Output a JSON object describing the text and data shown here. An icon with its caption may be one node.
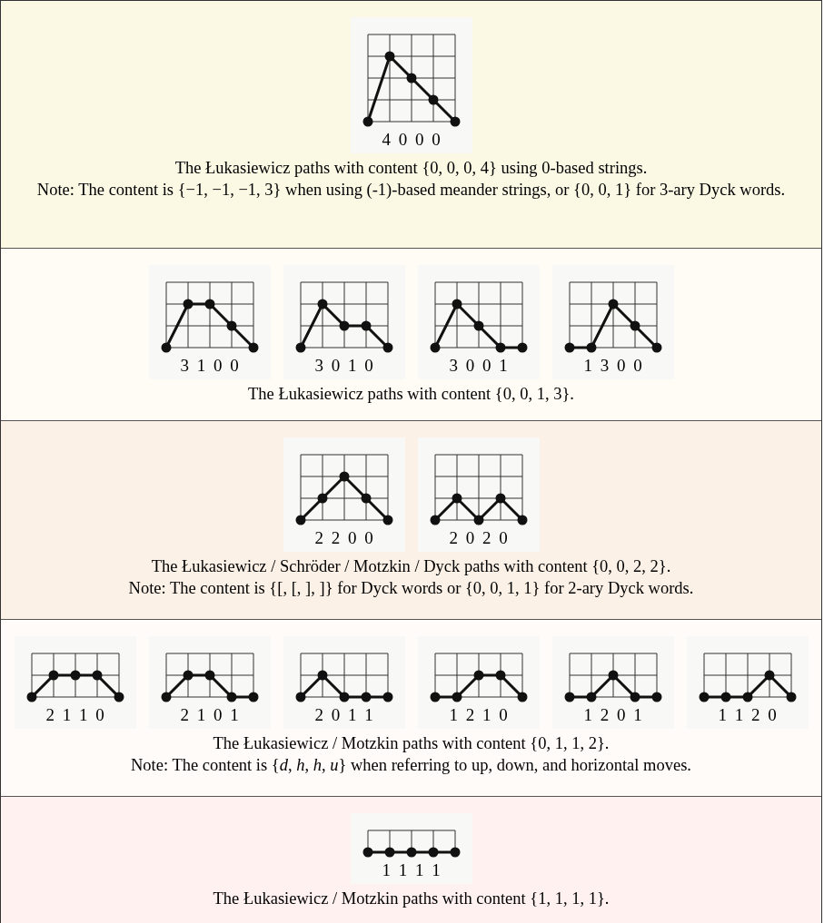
{
  "diagram": {
    "nodes": [
      {
        "text": [
          "The Łukasiewicz paths with content {0, 0, 0, 4} using 0-based strings.",
          "Note: The content is {−1, −1, −1, 3} when using (-1)-based meander strings, or {0, 0, 1} for 3-ary Dyck words."
        ]
      },
      {
        "text": [
          "4 0 0 0"
        ],
        "in": 0
      },
      {
        "text": [
          "The Łukasiewicz paths with content {0, 0, 1, 3}."
        ]
      },
      {
        "text": [
          "3 1 0 0"
        ],
        "in": 2
      },
      {
        "text": [
          "3 0 1 0"
        ],
        "in": 2
      },
      {
        "text": [
          "3 0 0 1"
        ],
        "in": 2
      },
      {
        "text": [
          "1 3 0 0"
        ],
        "in": 2
      },
      {
        "text": [
          "The Łukasiewicz / Schröder / Motzkin / Dyck paths with content {0, 0, 2, 2}.",
          "Note: The content is {[, [, ], ]} for Dyck words or {0, 0, 1, 1} for 2-ary Dyck words."
        ]
      },
      {
        "text": [
          "2 2 0 0"
        ],
        "in": 7
      },
      {
        "text": [
          "2 0 2 0"
        ],
        "in": 7
      },
      {
        "text": [
          "The Łukasiewicz / Motzkin paths with content {0, 1, 1, 2}.",
          "Note: The content is {*d*, *h*, *h*, *u*} when referring to up, down, and horizontal moves."
        ]
      },
      {
        "text": [
          "2 1 1 0"
        ],
        "in": 10
      },
      {
        "text": [
          "2 1 0 1"
        ],
        "in": 10
      },
      {
        "text": [
          "2 0 1 1"
        ],
        "in": 10
      },
      {
        "text": [
          "1 2 1 0"
        ],
        "in": 10
      },
      {
        "text": [
          "1 2 0 1"
        ],
        "in": 10
      },
      {
        "text": [
          "1 1 2 0"
        ],
        "in": 10
      },
      {
        "text": [
          "The Łukasiewicz / Motzkin paths with content {1, 1, 1, 1}."
        ]
      },
      {
        "text": [
          "1 1 1 1"
        ],
        "in": 17
      }
    ]
  }
}
